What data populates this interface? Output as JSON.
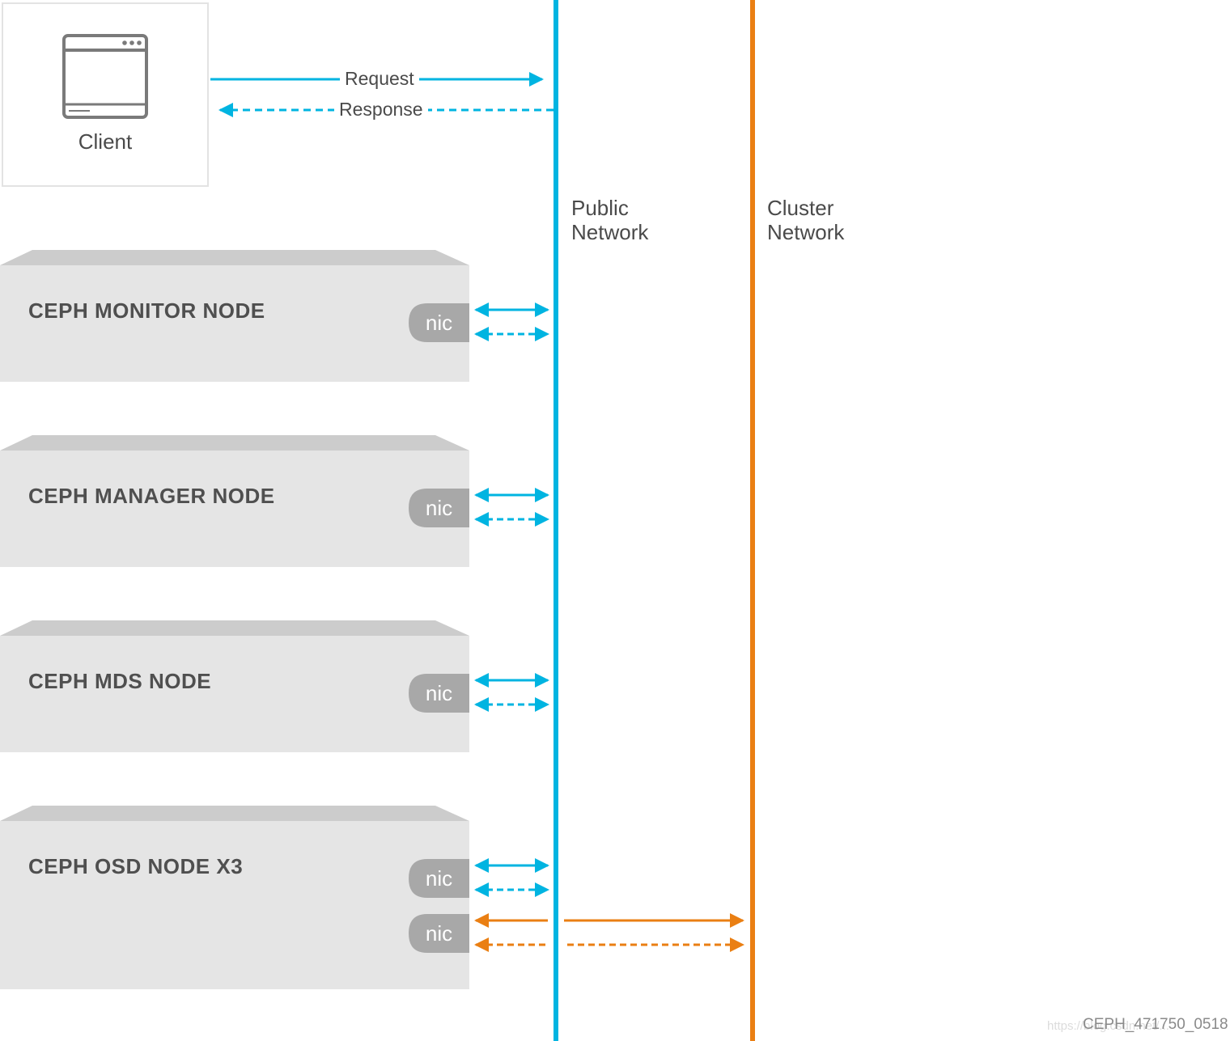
{
  "client": {
    "label": "Client",
    "icon": "browser-window-icon"
  },
  "flows": {
    "request": "Request",
    "response": "Response"
  },
  "networks": {
    "public": {
      "label": "Public\nNetwork",
      "color": "#00b4e1"
    },
    "cluster": {
      "label": "Cluster\nNetwork",
      "color": "#ea7f13"
    }
  },
  "nodes": [
    {
      "title": "CEPH MONITOR NODE",
      "nics": [
        "nic"
      ]
    },
    {
      "title": "CEPH MANAGER NODE",
      "nics": [
        "nic"
      ]
    },
    {
      "title": "CEPH MDS NODE",
      "nics": [
        "nic"
      ]
    },
    {
      "title": "CEPH OSD NODE X3",
      "nics": [
        "nic",
        "nic"
      ]
    }
  ],
  "colors": {
    "node_fill": "#e5e5e5",
    "node_top": "#cccccc",
    "nic_fill": "#a8a8a8"
  },
  "watermark": {
    "code": "CEPH_471750_0518",
    "url": "https://blog.csdn.net/..."
  }
}
